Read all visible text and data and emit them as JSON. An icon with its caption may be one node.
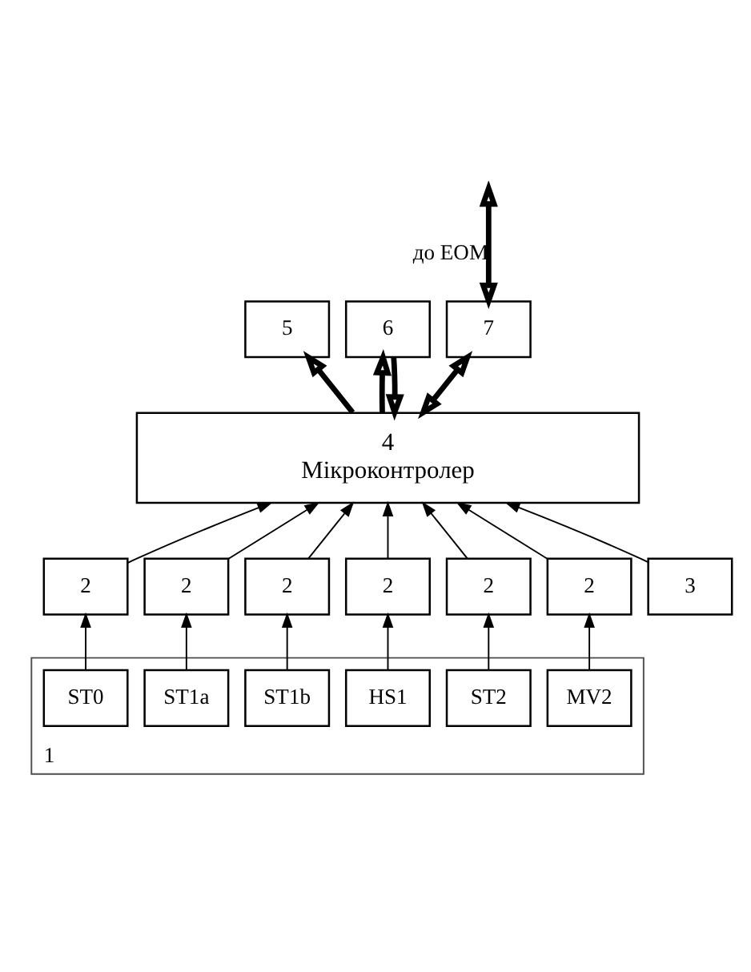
{
  "diagram": {
    "nodes": [
      {
        "text": [
          "1"
        ]
      },
      {
        "text": [
          "ST0"
        ],
        "in": 0
      },
      {
        "text": [
          "ST1a"
        ],
        "in": 0
      },
      {
        "text": [
          "ST1b"
        ],
        "in": 0
      },
      {
        "text": [
          "HS1"
        ],
        "in": 0
      },
      {
        "text": [
          "ST2"
        ],
        "in": 0
      },
      {
        "text": [
          "MV2"
        ],
        "in": 0
      },
      {
        "text": [
          "2"
        ]
      },
      {
        "text": [
          "2"
        ]
      },
      {
        "text": [
          "2"
        ]
      },
      {
        "text": [
          "2"
        ]
      },
      {
        "text": [
          "2"
        ]
      },
      {
        "text": [
          "2"
        ]
      },
      {
        "text": [
          "3"
        ]
      },
      {
        "text": [
          "4",
          "Мікроконтролер"
        ]
      },
      {
        "text": [
          "5"
        ]
      },
      {
        "text": [
          "6"
        ]
      },
      {
        "text": [
          "7"
        ]
      }
    ],
    "edges": [
      {
        "from": 1,
        "to": 7,
        "arrow": "to"
      },
      {
        "from": 2,
        "to": 8,
        "arrow": "to"
      },
      {
        "from": 3,
        "to": 9,
        "arrow": "to"
      },
      {
        "from": 4,
        "to": 10,
        "arrow": "to"
      },
      {
        "from": 5,
        "to": 11,
        "arrow": "to"
      },
      {
        "from": 6,
        "to": 12,
        "arrow": "to"
      },
      {
        "from": 7,
        "to": 14,
        "arrow": "to"
      },
      {
        "from": 8,
        "to": 14,
        "arrow": "to"
      },
      {
        "from": 9,
        "to": 14,
        "arrow": "to"
      },
      {
        "from": 10,
        "to": 14,
        "arrow": "to"
      },
      {
        "from": 11,
        "to": 14,
        "arrow": "to"
      },
      {
        "from": 12,
        "to": 14,
        "arrow": "to"
      },
      {
        "from": 13,
        "to": 14,
        "arrow": "to"
      },
      {
        "from": 14,
        "to": 15,
        "arrow": "to",
        "style": "thick"
      },
      {
        "from": 14,
        "to": 16,
        "arrow": "to",
        "style": "thick"
      },
      {
        "from": 16,
        "to": 14,
        "arrow": "to",
        "style": "thick"
      },
      {
        "from": 14,
        "to": 17,
        "arrow": "both",
        "style": "thick"
      },
      {
        "from": 17,
        "to": null,
        "arrow": "both",
        "style": "thick",
        "label": "до ЕОМ"
      }
    ]
  }
}
